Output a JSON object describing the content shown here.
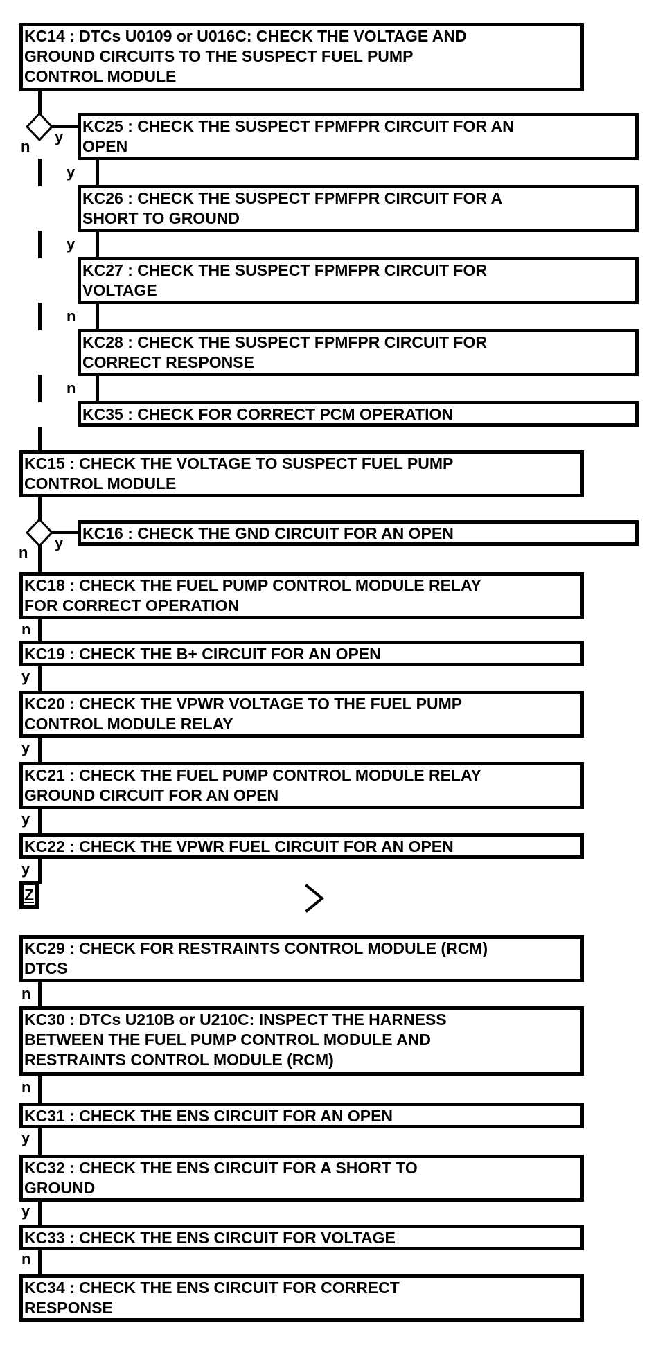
{
  "page": {
    "background": "#ffffff",
    "ink": "#000000"
  },
  "icons": {
    "decision_diamond": "diamond-shape",
    "page_break_chevron": ">"
  },
  "flow": {
    "boxes": [
      {
        "id": "KC14",
        "text": [
          "KC14 : DTCs U0109 or U016C: CHECK THE VOLTAGE AND",
          "GROUND CIRCUITS TO THE SUSPECT FUEL PUMP",
          "CONTROL MODULE"
        ]
      },
      {
        "id": "KC25",
        "text": [
          "KC25 : CHECK THE SUSPECT FPMFPR CIRCUIT FOR AN",
          "OPEN"
        ]
      },
      {
        "id": "KC26",
        "text": [
          "KC26 : CHECK THE SUSPECT FPMFPR CIRCUIT FOR A",
          "SHORT TO GROUND"
        ]
      },
      {
        "id": "KC27",
        "text": [
          "KC27 : CHECK THE SUSPECT FPMFPR CIRCUIT FOR",
          "VOLTAGE"
        ]
      },
      {
        "id": "KC28",
        "text": [
          "KC28 : CHECK THE SUSPECT FPMFPR CIRCUIT FOR",
          "CORRECT RESPONSE"
        ]
      },
      {
        "id": "KC35",
        "text": [
          "KC35 : CHECK FOR CORRECT PCM OPERATION"
        ]
      },
      {
        "id": "KC15",
        "text": [
          "KC15 : CHECK THE VOLTAGE TO SUSPECT FUEL PUMP",
          "CONTROL MODULE"
        ]
      },
      {
        "id": "KC16",
        "text": [
          "KC16 : CHECK THE GND CIRCUIT FOR AN OPEN"
        ]
      },
      {
        "id": "KC18",
        "text": [
          "KC18 : CHECK THE FUEL PUMP CONTROL MODULE RELAY",
          "FOR CORRECT OPERATION"
        ]
      },
      {
        "id": "KC19",
        "text": [
          "KC19 : CHECK THE B+ CIRCUIT FOR AN OPEN"
        ]
      },
      {
        "id": "KC20",
        "text": [
          "KC20 : CHECK THE VPWR VOLTAGE TO THE FUEL PUMP",
          "CONTROL MODULE RELAY"
        ]
      },
      {
        "id": "KC21",
        "text": [
          "KC21 : CHECK THE FUEL PUMP CONTROL MODULE RELAY",
          "GROUND CIRCUIT FOR AN OPEN"
        ]
      },
      {
        "id": "KC22",
        "text": [
          "KC22 : CHECK THE VPWR FUEL CIRCUIT FOR AN OPEN"
        ]
      },
      {
        "id": "KC29",
        "text": [
          "KC29 : CHECK FOR RESTRAINTS CONTROL MODULE (RCM)",
          "DTCS"
        ]
      },
      {
        "id": "KC30",
        "text": [
          "KC30 : DTCs U210B or U210C: INSPECT THE HARNESS",
          "BETWEEN THE FUEL PUMP CONTROL MODULE AND",
          "RESTRAINTS CONTROL MODULE (RCM)"
        ]
      },
      {
        "id": "KC31",
        "text": [
          "KC31 : CHECK THE ENS CIRCUIT FOR AN OPEN"
        ]
      },
      {
        "id": "KC32",
        "text": [
          "KC32 : CHECK THE ENS CIRCUIT FOR A SHORT TO",
          "GROUND"
        ]
      },
      {
        "id": "KC33",
        "text": [
          "KC33 : CHECK THE ENS CIRCUIT FOR VOLTAGE"
        ]
      },
      {
        "id": "KC34",
        "text": [
          "KC34 : CHECK THE ENS CIRCUIT FOR CORRECT",
          "RESPONSE"
        ]
      }
    ],
    "branch_labels": [
      "y",
      "n",
      "y",
      "y",
      "n",
      "n",
      "y",
      "n",
      "n",
      "y",
      "y",
      "y",
      "y",
      "n",
      "n",
      "y",
      "y",
      "n"
    ],
    "connectors": {
      "off_page": "Z"
    }
  }
}
